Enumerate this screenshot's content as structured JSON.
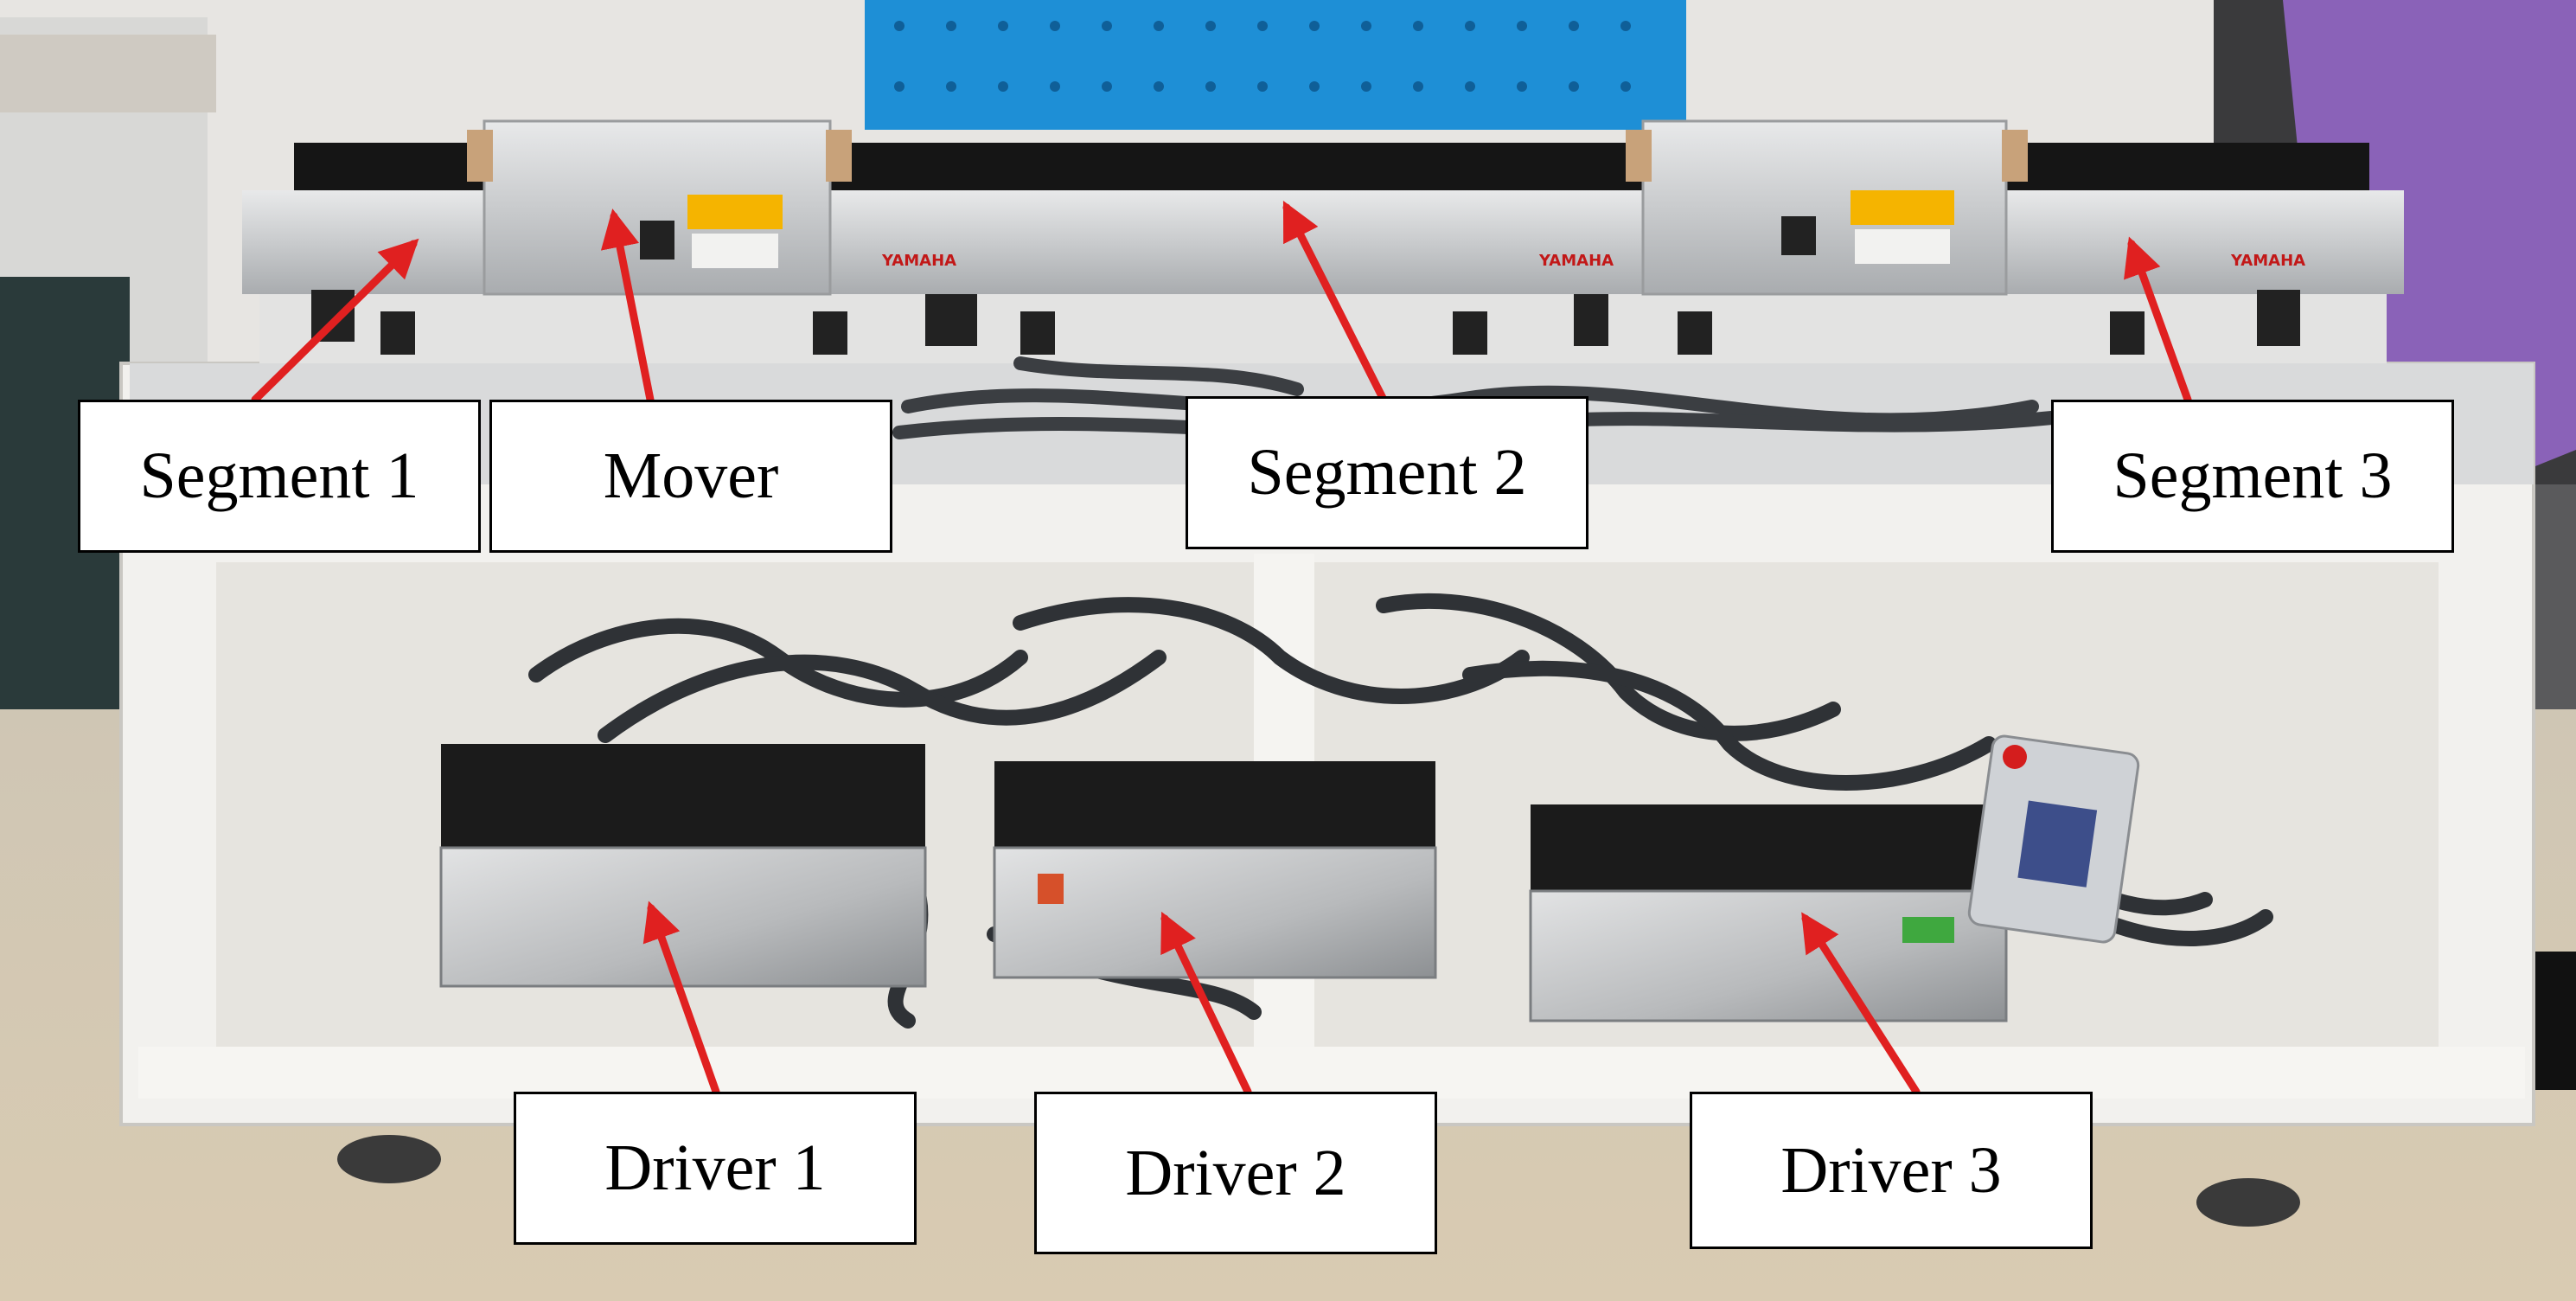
{
  "labels": {
    "segment1": "Segment 1",
    "mover": "Mover",
    "segment2": "Segment 2",
    "segment3": "Segment 3",
    "driver1": "Driver 1",
    "driver2": "Driver 2",
    "driver3": "Driver 3"
  },
  "colors": {
    "arrow": "#e02020",
    "pegboard": "#1e8fd6",
    "frame": "#efefed",
    "floor": "#d8cdb8"
  }
}
